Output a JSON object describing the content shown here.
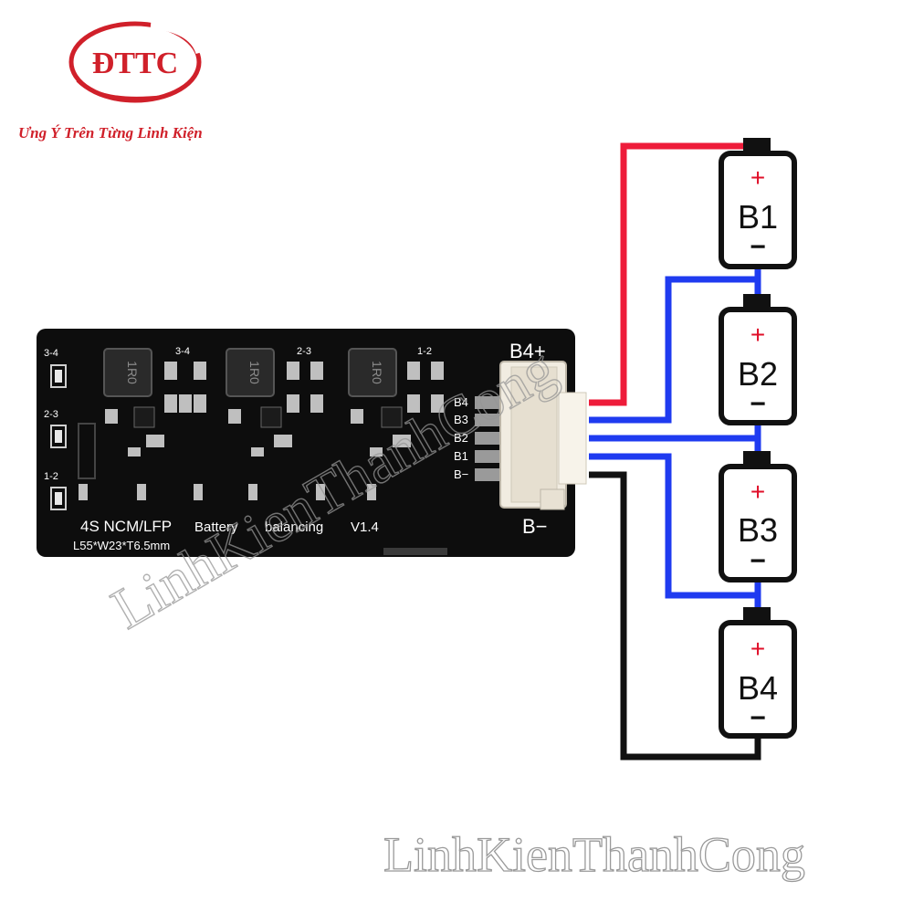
{
  "logo": {
    "text": "ĐTTC",
    "tagline": "Ưng Ý Trên Từng Linh Kiện",
    "color": "#d0202a"
  },
  "watermark": {
    "text": "LinhKienThanhCong"
  },
  "board": {
    "model": "4S NCM/LFP",
    "word_battery": "Battery",
    "word_balancing": "balancing",
    "version": "V1.4",
    "dimensions": "L55*W23*T6.5mm",
    "inductor_label": "1R0",
    "section_labels": [
      "3-4",
      "2-3",
      "1-2"
    ],
    "side_labels": [
      "3-4",
      "2-3",
      "1-2"
    ],
    "positive_label": "B4+",
    "negative_label": "B−",
    "pin_labels": [
      "B4",
      "B3",
      "B2",
      "B1",
      "B−"
    ]
  },
  "batteries": [
    {
      "name": "B1",
      "plus": "+",
      "minus": "−"
    },
    {
      "name": "B2",
      "plus": "+",
      "minus": "−"
    },
    {
      "name": "B3",
      "plus": "+",
      "minus": "−"
    },
    {
      "name": "B4",
      "plus": "+",
      "minus": "−"
    }
  ],
  "colors": {
    "red_wire": "#ee1c3a",
    "blue_wire": "#1f3bf0",
    "black_wire": "#111111",
    "pcb": "#0d0d0d",
    "plus_sign": "#e0102a"
  }
}
